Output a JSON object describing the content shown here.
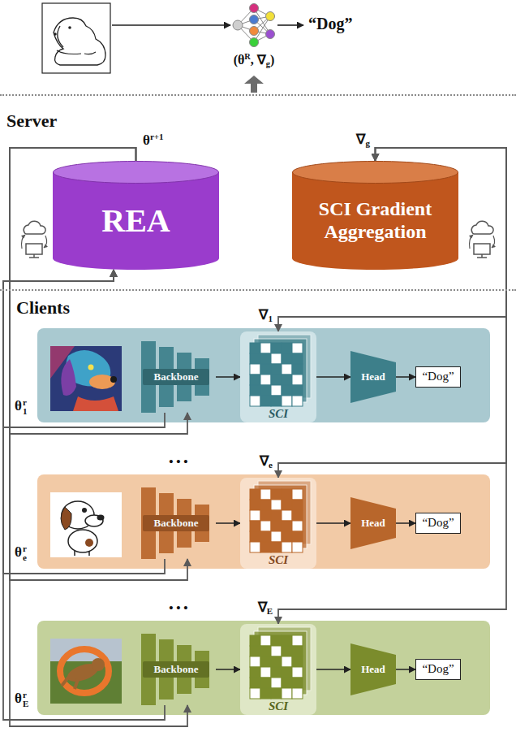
{
  "diagram": {
    "nodes": [
      {
        "text": [
          "Server"
        ]
      },
      {
        "text": [
          "REA"
        ],
        "in": 0
      },
      {
        "text": [
          "SCI Gradient Aggregation"
        ],
        "in": 0
      },
      {
        "text": [
          "Clients"
        ]
      },
      {
        "text": [
          "Backbone"
        ],
        "in": 3
      },
      {
        "text": [
          "SCI"
        ],
        "in": 3
      },
      {
        "text": [
          "Head"
        ],
        "in": 3
      },
      {
        "text": [
          "“Dog”"
        ],
        "in": 3
      },
      {
        "text": [
          "Backbone"
        ],
        "in": 3
      },
      {
        "text": [
          "SCI"
        ],
        "in": 3
      },
      {
        "text": [
          "Head"
        ],
        "in": 3
      },
      {
        "text": [
          "“Dog”"
        ],
        "in": 3
      },
      {
        "text": [
          "Backbone"
        ],
        "in": 3
      },
      {
        "text": [
          "SCI"
        ],
        "in": 3
      },
      {
        "text": [
          "Head"
        ],
        "in": 3
      },
      {
        "text": [
          "“Dog”"
        ],
        "in": 3
      }
    ],
    "edges": [
      {
        "from": 4,
        "to": 5,
        "arrow": "to"
      },
      {
        "from": 5,
        "to": 6,
        "arrow": "to"
      },
      {
        "from": 6,
        "to": 7,
        "arrow": "to"
      },
      {
        "from": 1,
        "to": 4,
        "arrow": "to"
      },
      {
        "from": 4,
        "to": 1,
        "arrow": "to"
      },
      {
        "from": 5,
        "to": 2,
        "arrow": "both"
      },
      {
        "from": 8,
        "to": 9,
        "arrow": "to"
      },
      {
        "from": 9,
        "to": 10,
        "arrow": "to"
      },
      {
        "from": 10,
        "to": 11,
        "arrow": "to"
      },
      {
        "from": 1,
        "to": 8,
        "arrow": "to"
      },
      {
        "from": 8,
        "to": 1,
        "arrow": "to"
      },
      {
        "from": 9,
        "to": 2,
        "arrow": "both"
      },
      {
        "from": 12,
        "to": 13,
        "arrow": "to"
      },
      {
        "from": 13,
        "to": 14,
        "arrow": "to"
      },
      {
        "from": 14,
        "to": 15,
        "arrow": "to"
      },
      {
        "from": 1,
        "to": 12,
        "arrow": "to"
      },
      {
        "from": 12,
        "to": 1,
        "arrow": "to"
      },
      {
        "from": 13,
        "to": 2,
        "arrow": "both"
      }
    ],
    "labels": [
      "“Dog”",
      "(θ",
      "R",
      ", ∇",
      "g",
      ")",
      "θ",
      "r+1",
      "∇",
      "g",
      "∇",
      "1",
      "θ",
      "r",
      "1",
      "• • •",
      "∇",
      "e",
      "θ",
      "r",
      "e",
      "• • •",
      "∇",
      "E",
      "θ",
      "r",
      "E"
    ]
  }
}
